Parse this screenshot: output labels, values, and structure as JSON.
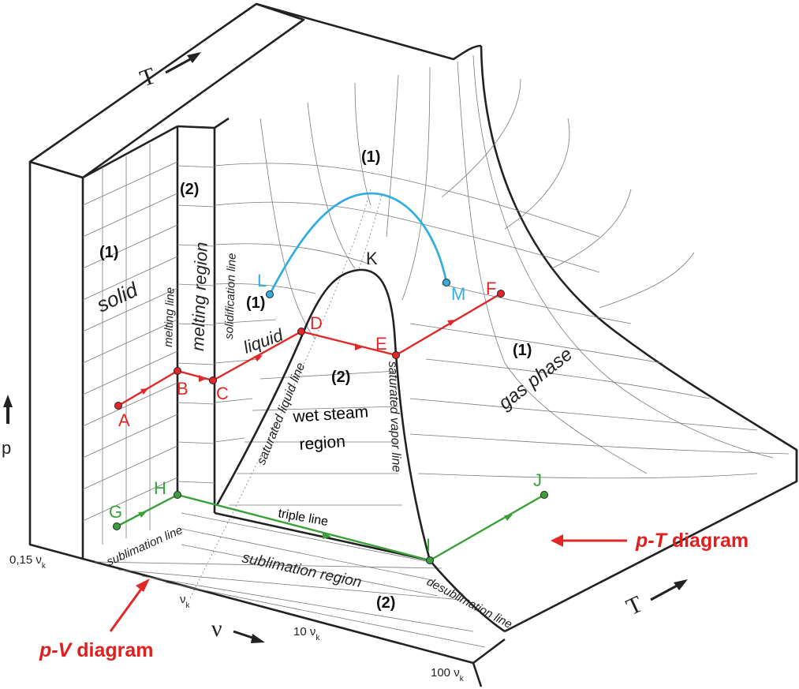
{
  "axes": {
    "p_label": "p",
    "T_label_top": "T",
    "T_label_right": "T",
    "v_label": "ν",
    "ticks": [
      "0,15 ν",
      "ν",
      "10 ν",
      "100 ν"
    ],
    "tick_sub": "k"
  },
  "regions": {
    "solid": "solid",
    "melting_line": "melting line",
    "melting_region": "melting region",
    "solidification_line": "solidification line",
    "liquid": "liquid",
    "saturated_liquid_line": "saturated liquid line",
    "wet_steam_1": "wet steam",
    "wet_steam_2": "region",
    "saturated_vapor_line": "saturated vapor line",
    "gas_phase": "gas phase",
    "triple_line": "triple line",
    "sublimation_line": "sublimation line",
    "sublimation_region": "sublimation region",
    "desublimation_line": "desublimation line"
  },
  "phase_counts": {
    "solid": "(1)",
    "melting": "(2)",
    "top": "(1)",
    "liquid": "(1)",
    "wet": "(2)",
    "gas": "(1)",
    "sublimation": "(2)"
  },
  "points": {
    "A": "A",
    "B": "B",
    "C": "C",
    "D": "D",
    "E": "E",
    "F": "F",
    "G": "G",
    "H": "H",
    "I": "I",
    "J": "J",
    "K": "K",
    "L": "L",
    "M": "M"
  },
  "callouts": {
    "pV_italic": "p-V",
    "pV_rest": " diagram",
    "pT_italic": "p-T",
    "pT_rest": " diagram"
  },
  "colors": {
    "red": "#e02828",
    "green": "#3aa13a",
    "blue": "#33aee0",
    "dark": "#222222",
    "grid": "#777777"
  }
}
